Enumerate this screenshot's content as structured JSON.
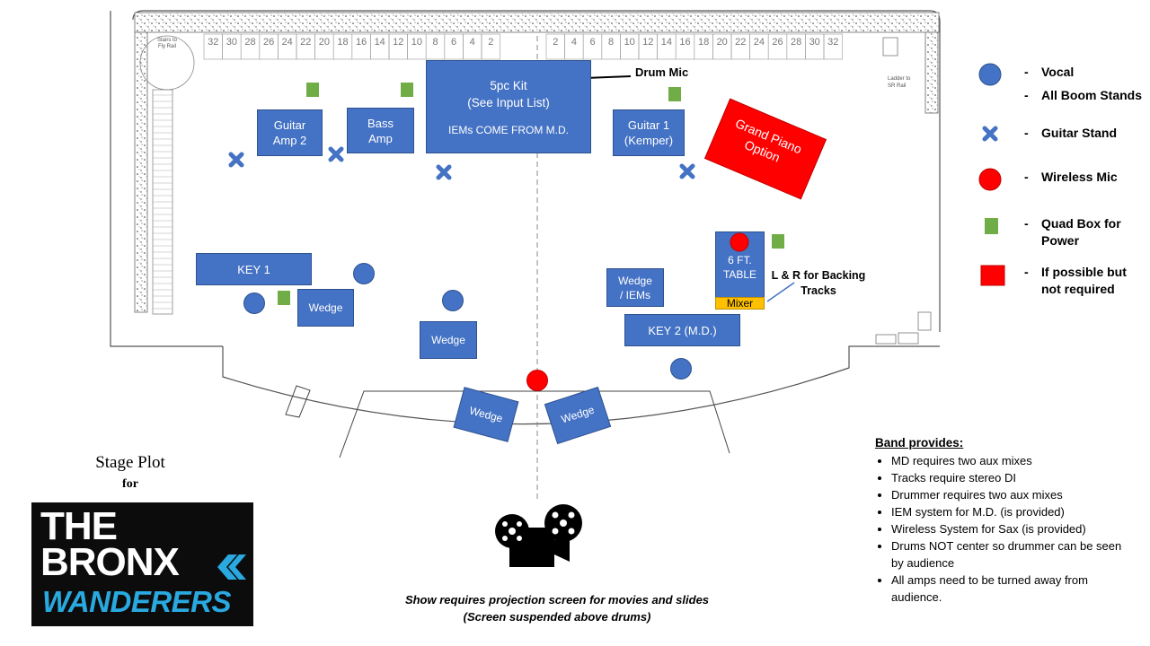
{
  "stage": {
    "ruler_left": [
      "32",
      "30",
      "28",
      "26",
      "24",
      "22",
      "20",
      "18",
      "16",
      "14",
      "12",
      "10",
      "8",
      "6",
      "4",
      "2"
    ],
    "ruler_right": [
      "2",
      "4",
      "6",
      "8",
      "10",
      "12",
      "14",
      "16",
      "18",
      "20",
      "22",
      "24",
      "26",
      "28",
      "30",
      "32"
    ],
    "stairs_label": "Stairs to Fly Rail",
    "ladder_label": "Ladder to SR Rail"
  },
  "equipment": {
    "drum_kit_line1": "5pc Kit",
    "drum_kit_line2": "(See Input List)",
    "drum_kit_line3": "IEMs COME FROM M.D.",
    "drum_mic_label": "Drum Mic",
    "guitar_amp2_line1": "Guitar",
    "guitar_amp2_line2": "Amp 2",
    "bass_amp_line1": "Bass",
    "bass_amp_line2": "Amp",
    "guitar1_line1": "Guitar 1",
    "guitar1_line2": "(Kemper)",
    "grand_piano_line1": "Grand Piano",
    "grand_piano_line2": "Option",
    "key1": "KEY 1",
    "wedge_left": "Wedge",
    "wedge_center": "Wedge",
    "wedge_iems_line1": "Wedge",
    "wedge_iems_line2": "/ IEMs",
    "table_line1": "6 FT.",
    "table_line2": "TABLE",
    "mixer": "Mixer",
    "backing_tracks_line1": "L & R for Backing",
    "backing_tracks_line2": "Tracks",
    "key2": "KEY 2 (M.D.)",
    "front_wedge_left": "Wedge",
    "front_wedge_right": "Wedge"
  },
  "legend": {
    "items": [
      {
        "icon": "vocal-circle",
        "color": "#4472c4",
        "label": "Vocal"
      },
      {
        "icon": "none",
        "label": "All Boom Stands"
      },
      {
        "icon": "guitar-stand-x",
        "color": "#4472c4",
        "label": "Guitar Stand"
      },
      {
        "icon": "wireless-mic-circle",
        "color": "#ff0000",
        "label": "Wireless Mic"
      },
      {
        "icon": "quad-box-square",
        "color": "#70ad47",
        "label_line1": "Quad Box for",
        "label_line2": "Power"
      },
      {
        "icon": "optional-red-square",
        "color": "#ff0000",
        "label_line1": "If possible but",
        "label_line2": "not required"
      }
    ],
    "dash": "-"
  },
  "band_provides": {
    "title": "Band provides:",
    "items": [
      "MD requires two aux mixes",
      "Tracks require stereo DI",
      "Drummer requires two aux mixes",
      "IEM system for M.D. (is provided)",
      "Wireless System for Sax (is provided)",
      "Drums NOT center so drummer can be seen by audience",
      "All amps need to be turned away from audience."
    ]
  },
  "title_block": {
    "title": "Stage Plot",
    "for": "for",
    "logo_line1": "THE",
    "logo_line2": "BRONX",
    "logo_line3": "WANDERERS"
  },
  "projection_note": {
    "line1": "Show requires projection screen for movies and slides",
    "line2": "(Screen suspended above drums)"
  },
  "colors": {
    "box_blue": "#4472c4",
    "red": "#ff0000",
    "green": "#70ad47",
    "mixer_yellow": "#ffc000",
    "logo_blue": "#29a9e0"
  }
}
